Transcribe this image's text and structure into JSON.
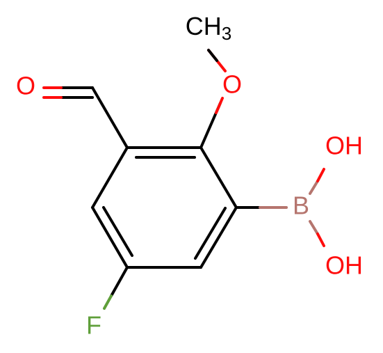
{
  "molecule": {
    "atoms": {
      "methyl": "CH",
      "methyl_subscript": "3",
      "ether_oxygen": "O",
      "aldehyde_oxygen": "O",
      "boron": "B",
      "hydroxyl_top": "OH",
      "hydroxyl_bottom": "OH",
      "fluorine": "F"
    },
    "colors": {
      "carbon": "#000000",
      "oxygen": "#ff0d0d",
      "boron": "#b5756e",
      "fluorine": "#5f9f3a"
    }
  }
}
